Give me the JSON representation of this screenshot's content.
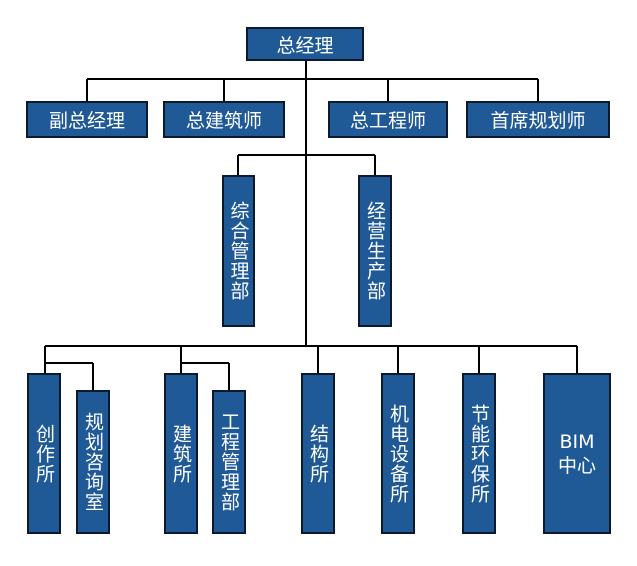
{
  "org": {
    "top": "总经理",
    "level2": [
      "副总经理",
      "总建筑师",
      "总工程师",
      "首席规划师"
    ],
    "level3": [
      "综合管理部",
      "经营生产部"
    ],
    "level4": [
      "创作所",
      "规划咨询室",
      "建筑所",
      "工程管理部",
      "结构所",
      "机电设备所",
      "节能环保所",
      "BIM\n中心"
    ]
  },
  "colors": {
    "box_fill": "#1f5a96",
    "box_border": "#0b1a2e",
    "line": "#000000",
    "text": "#ffffff"
  }
}
